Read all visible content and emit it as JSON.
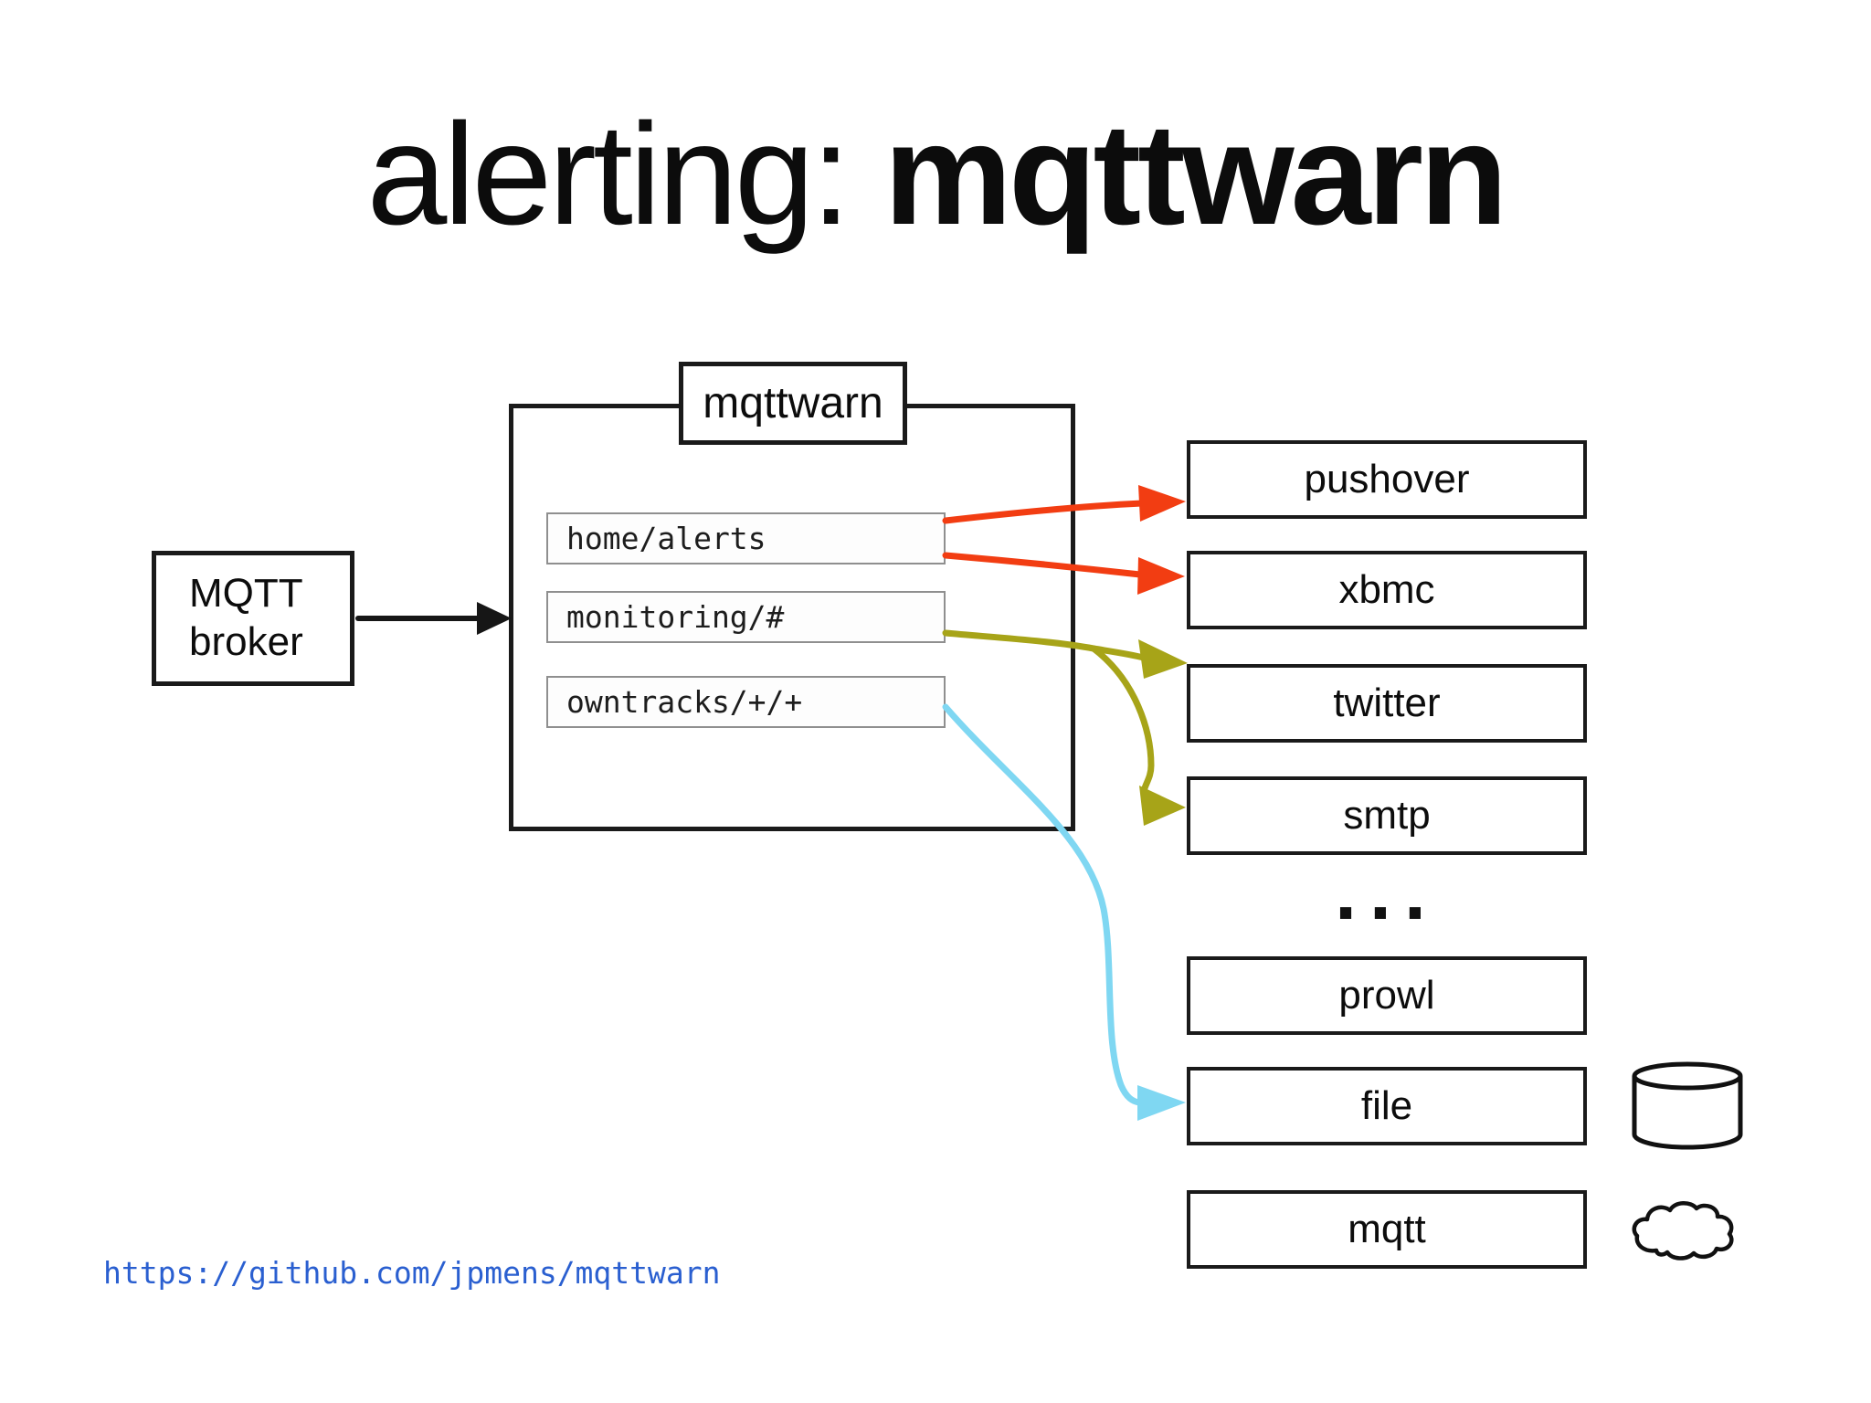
{
  "slide": {
    "title": {
      "regular": "alerting: ",
      "bold": "mqttwarn"
    },
    "footer_link": "https://github.com/jpmens/mqttwarn"
  },
  "diagram": {
    "broker": {
      "line1": "MQTT",
      "line2": "broker"
    },
    "mqttwarn": {
      "label": "mqttwarn",
      "topics": [
        "home/alerts",
        "monitoring/#",
        "owntracks/+/+"
      ]
    },
    "targets": [
      "pushover",
      "xbmc",
      "twitter",
      "smtp",
      "prowl",
      "file",
      "mqtt"
    ],
    "ellipsis": "...",
    "icons": {
      "database": "database-cylinder",
      "cloud": "cloud"
    },
    "colors": {
      "arrow_red": "#f23d12",
      "arrow_olive": "#a7a418",
      "arrow_cyan": "#7fd7f2",
      "box_border": "#1a1a1a",
      "link_blue": "#2a5fd0"
    }
  }
}
